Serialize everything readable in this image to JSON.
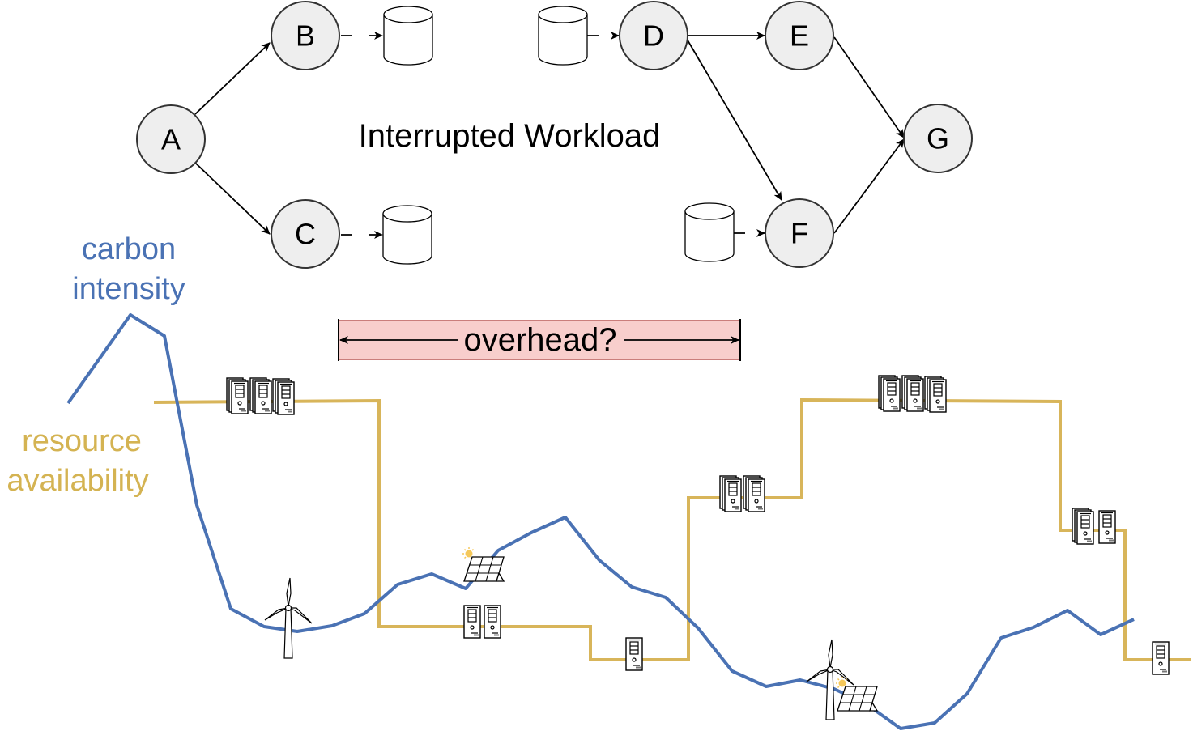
{
  "diagram": {
    "title": "Interrupted Workload",
    "nodes": [
      {
        "id": "A",
        "label": "A"
      },
      {
        "id": "B",
        "label": "B"
      },
      {
        "id": "C",
        "label": "C"
      },
      {
        "id": "D",
        "label": "D"
      },
      {
        "id": "E",
        "label": "E"
      },
      {
        "id": "F",
        "label": "F"
      },
      {
        "id": "G",
        "label": "G"
      }
    ],
    "edges": [
      {
        "from": "A",
        "to": "B",
        "style": "solid"
      },
      {
        "from": "A",
        "to": "C",
        "style": "solid"
      },
      {
        "from": "D",
        "to": "E",
        "style": "solid"
      },
      {
        "from": "D",
        "to": "F",
        "style": "solid"
      },
      {
        "from": "E",
        "to": "G",
        "style": "solid"
      },
      {
        "from": "F",
        "to": "G",
        "style": "solid"
      },
      {
        "from": "B",
        "to": "storage-B",
        "style": "dashed"
      },
      {
        "from": "C",
        "to": "storage-C",
        "style": "dashed"
      },
      {
        "from": "storage-D",
        "to": "D",
        "style": "dashed"
      },
      {
        "from": "storage-F",
        "to": "F",
        "style": "dashed"
      }
    ],
    "storage": [
      {
        "id": "storage-B",
        "icon": "database-icon"
      },
      {
        "id": "storage-C",
        "icon": "database-icon"
      },
      {
        "id": "storage-D",
        "icon": "database-icon"
      },
      {
        "id": "storage-F",
        "icon": "database-icon"
      }
    ]
  },
  "legend": {
    "carbon_line1": "carbon",
    "carbon_line2": "intensity",
    "resource_line1": "resource",
    "resource_line2": "availability"
  },
  "overhead": {
    "label": "overhead?"
  },
  "colors": {
    "carbon": "#4a72b4",
    "resource": "#d8b55a",
    "node_fill": "#eeeeee",
    "overhead_fill": "#f8cecc",
    "overhead_stroke": "#b85450"
  },
  "resource_levels": {
    "description": "servers available per period",
    "segments": [
      {
        "servers": 3
      },
      {
        "servers": 2
      },
      {
        "servers": 1
      },
      {
        "servers": 2
      },
      {
        "servers": 3
      },
      {
        "servers": 2
      },
      {
        "servers": 1
      }
    ]
  },
  "renewable_icons": [
    {
      "type": "wind-turbine"
    },
    {
      "type": "solar-panel"
    },
    {
      "type": "wind-turbine"
    },
    {
      "type": "solar-panel"
    }
  ]
}
